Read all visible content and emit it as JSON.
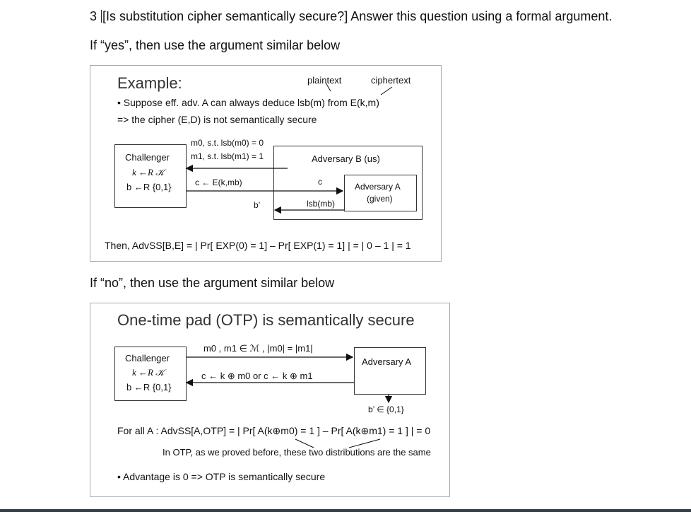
{
  "question": {
    "number": "3",
    "text": "[Is substitution cipher semantically secure?] Answer this question using a formal argument."
  },
  "yes_intro": "If “yes”, then use the argument similar below",
  "no_intro": "If “no”, then use the argument similar below",
  "slide1": {
    "title": "Example:",
    "label_plaintext": "plaintext",
    "label_ciphertext": "ciphertext",
    "bullet": "• Suppose eff. adv. A can always deduce  lsb(m)  from  E(k,m)",
    "implication": "=>  the cipher (E,D)  is not semantically secure",
    "challenger": {
      "title": "Challenger",
      "line1": "k ←R 𝒦",
      "line2": "b ←R {0,1}"
    },
    "m0_msg": "m0, s.t. lsb(m0) = 0",
    "m1_msg": "m1, s.t. lsb(m1) = 1",
    "cipher_msg": "c ← E(k,mb)",
    "adv_b": "Adversary  B  (us)",
    "c_label": "c",
    "lsb_label": "lsb(mb)",
    "adv_a_line1": "Adversary  A",
    "adv_a_line2": "(given)",
    "bprime": "b’",
    "result": "Then,  AdvSS[B,E]  = | Pr[ EXP(0) = 1] – Pr[ EXP(1) = 1] |  = | 0 – 1 | = 1"
  },
  "slide2": {
    "title": "One-time pad (OTP) is semantically secure",
    "challenger": {
      "title": "Challenger",
      "line1": "k ←R 𝒦",
      "line2": "b ←R {0,1}"
    },
    "msgs": "m0 , m1  ∈  ℳ ,   |m0| = |m1|",
    "cipher_msg": "c ← k ⊕ m0    or    c ← k ⊕ m1",
    "adv_a": "Adversary  A",
    "bprime": "b’  ∈  {0,1}",
    "forall": "For all A :  AdvSS[A,OTP] =  | Pr[ A(k⊕m0) = 1 ] – Pr[ A(k⊕m1) = 1 ] |  =  0",
    "note": "In OTP, as we proved before, these two distributions are the same",
    "bullet": "• Advantage is 0  =>  OTP is semantically secure"
  },
  "colors": {
    "bottom_bar": "#2f3d4a",
    "slide_border": "#a8a8a8"
  }
}
